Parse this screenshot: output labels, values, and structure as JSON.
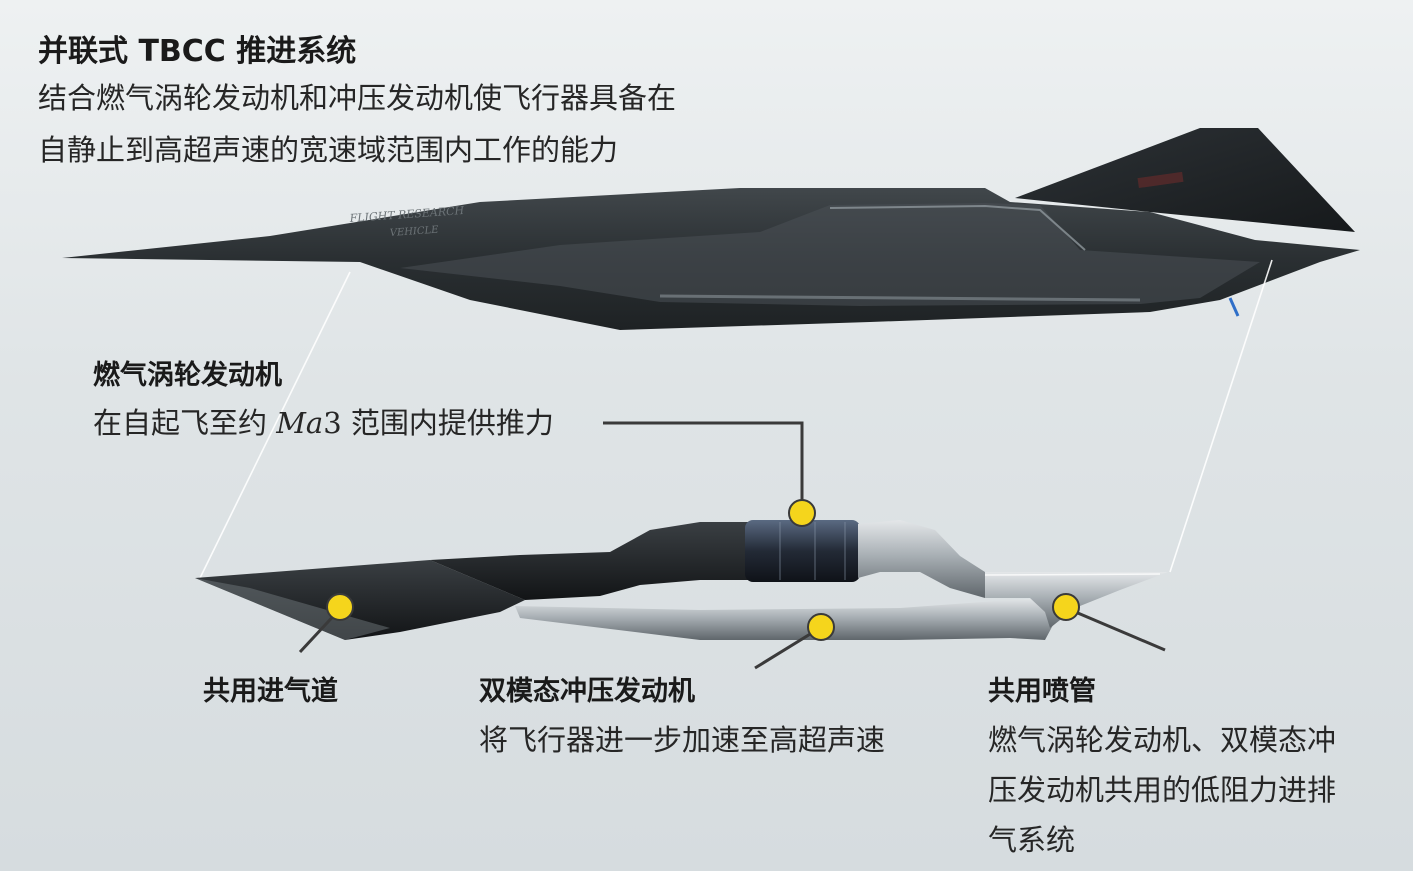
{
  "header": {
    "title": "并联式 TBCC 推进系统",
    "desc_line1": "结合燃气涡轮发动机和冲压发动机使飞行器具备在",
    "desc_line2": "自静止到高超声速的宽速域范围内工作的能力"
  },
  "aircraft_text": {
    "line1": "FLIGHT RESEARCH",
    "line2": "VEHICLE"
  },
  "callouts": {
    "turbine": {
      "title": "燃气涡轮发动机",
      "desc_pre": "在自起飞至约 ",
      "desc_mark": "Ma",
      "desc_post": "3 范围内提供推力"
    },
    "inlet": {
      "title": "共用进气道"
    },
    "ramjet": {
      "title": "双模态冲压发动机",
      "desc": "将飞行器进一步加速至高超声速"
    },
    "nozzle": {
      "title": "共用喷管",
      "desc_line1": "燃气涡轮发动机、双模态冲",
      "desc_line2": "压发动机共用的低阻力进排",
      "desc_line3": "气系统"
    }
  },
  "colors": {
    "marker": "#f5d51c",
    "airframe": "#2b3033",
    "engine_metal": "#b9bfc3",
    "leader_line": "#3a3a3a"
  }
}
